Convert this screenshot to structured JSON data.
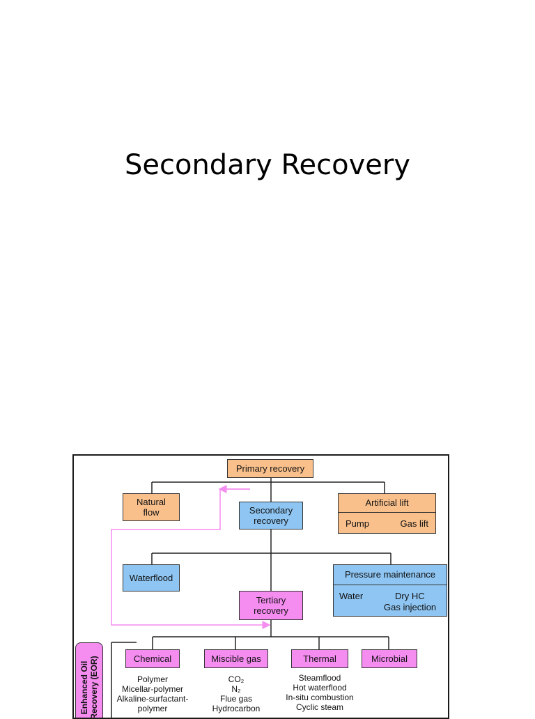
{
  "slide": {
    "title": "Secondary Recovery"
  },
  "diagram": {
    "primary": "Primary recovery",
    "natural_flow": [
      "Natural",
      "flow"
    ],
    "secondary": [
      "Secondary",
      "recovery"
    ],
    "artificial_lift": {
      "title": "Artificial lift",
      "left": "Pump",
      "right": "Gas lift"
    },
    "waterflood": "Waterflood",
    "pressure_maintenance": {
      "title": "Pressure maintenance",
      "left": "Water",
      "right_1": "Dry HC",
      "right_2": "Gas injection"
    },
    "tertiary": [
      "Tertiary",
      "recovery"
    ],
    "eor_label": [
      "Enhanced Oil",
      "Recovery (EOR)"
    ],
    "chemical": {
      "label": "Chemical",
      "items": [
        "Polymer",
        "Micellar-polymer",
        "Alkaline-surfactant-",
        "polymer"
      ]
    },
    "miscible_gas": {
      "label": "Miscible gas",
      "items": [
        "CO₂",
        "N₂",
        "Flue gas",
        "Hydrocarbon"
      ]
    },
    "thermal": {
      "label": "Thermal",
      "items": [
        "Steamflood",
        "Hot waterflood",
        "In-situ combustion",
        "Cyclic steam"
      ]
    },
    "microbial": {
      "label": "Microbial"
    }
  },
  "colors": {
    "orange": "#f9c08c",
    "blue": "#8ec5f2",
    "pink": "#f58cf0",
    "arrow": "#f58cf0"
  }
}
